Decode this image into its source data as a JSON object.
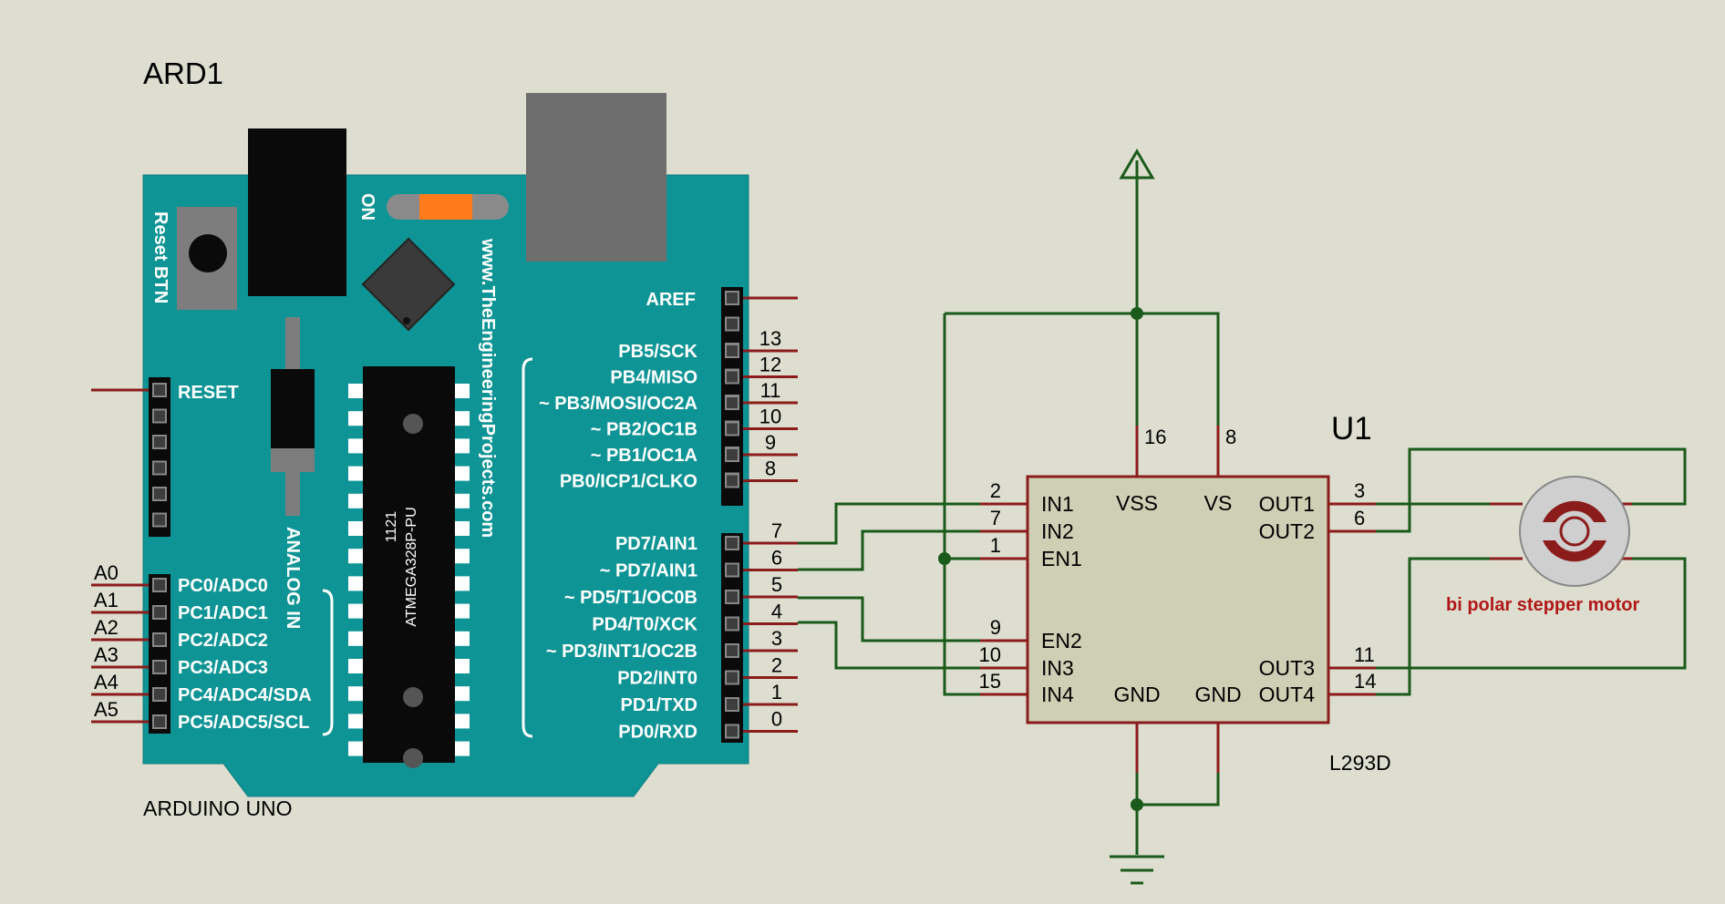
{
  "labels": {
    "ard_ref": "ARD1",
    "ard_model": "ARDUINO UNO",
    "ic_ref": "U1",
    "ic_model": "L293D",
    "motor_label": "bi polar stepper motor",
    "website": "www.TheEngineeringProjects.com",
    "chip_text1": "1121",
    "chip_text2": "ATMEGA328P-PU",
    "on_label": "ON",
    "reset_btn": "Reset BTN",
    "analog_in": "ANALOG IN",
    "aref": "AREF",
    "reset": "RESET"
  },
  "arduino": {
    "top_pins": [
      {
        "label": "PB5/SCK",
        "num": "13"
      },
      {
        "label": "PB4/MISO",
        "num": "12"
      },
      {
        "label": "~ PB3/MOSI/OC2A",
        "num": "11"
      },
      {
        "label": "~ PB2/OC1B",
        "num": "10"
      },
      {
        "label": "~ PB1/OC1A",
        "num": "9"
      },
      {
        "label": "PB0/ICP1/CLKO",
        "num": "8"
      }
    ],
    "bottom_pins": [
      {
        "label": "PD7/AIN1",
        "num": "7"
      },
      {
        "label": "~ PD7/AIN1",
        "num": "6"
      },
      {
        "label": "~ PD5/T1/OC0B",
        "num": "5"
      },
      {
        "label": "PD4/T0/XCK",
        "num": "4"
      },
      {
        "label": "~ PD3/INT1/OC2B",
        "num": "3"
      },
      {
        "label": "PD2/INT0",
        "num": "2"
      },
      {
        "label": "PD1/TXD",
        "num": "1"
      },
      {
        "label": "PD0/RXD",
        "num": "0"
      }
    ],
    "analog_pins": [
      {
        "label": "PC0/ADC0",
        "name": "A0"
      },
      {
        "label": "PC1/ADC1",
        "name": "A1"
      },
      {
        "label": "PC2/ADC2",
        "name": "A2"
      },
      {
        "label": "PC3/ADC3",
        "name": "A3"
      },
      {
        "label": "PC4/ADC4/SDA",
        "name": "A4"
      },
      {
        "label": "PC5/ADC5/SCL",
        "name": "A5"
      }
    ]
  },
  "l293d": {
    "left_pins": [
      {
        "label": "IN1",
        "num": "2"
      },
      {
        "label": "IN2",
        "num": "7"
      },
      {
        "label": "EN1",
        "num": "1"
      },
      {
        "label": "EN2",
        "num": "9"
      },
      {
        "label": "IN3",
        "num": "10"
      },
      {
        "label": "IN4",
        "num": "15"
      }
    ],
    "right_pins": [
      {
        "label": "OUT1",
        "num": "3"
      },
      {
        "label": "OUT2",
        "num": "6"
      },
      {
        "label": "OUT3",
        "num": "11"
      },
      {
        "label": "OUT4",
        "num": "14"
      }
    ],
    "top_pins": [
      {
        "label": "VSS",
        "num": "16"
      },
      {
        "label": "VS",
        "num": "8"
      }
    ],
    "bottom_pins": [
      {
        "label": "GND"
      },
      {
        "label": "GND"
      }
    ]
  },
  "colors": {
    "board": "#0f9496",
    "background": "#deded0",
    "wire": "#1a5a1a",
    "pin": "#8b1c1c",
    "ic_body": "#cfcfb5",
    "motor_label": "#b01818"
  }
}
